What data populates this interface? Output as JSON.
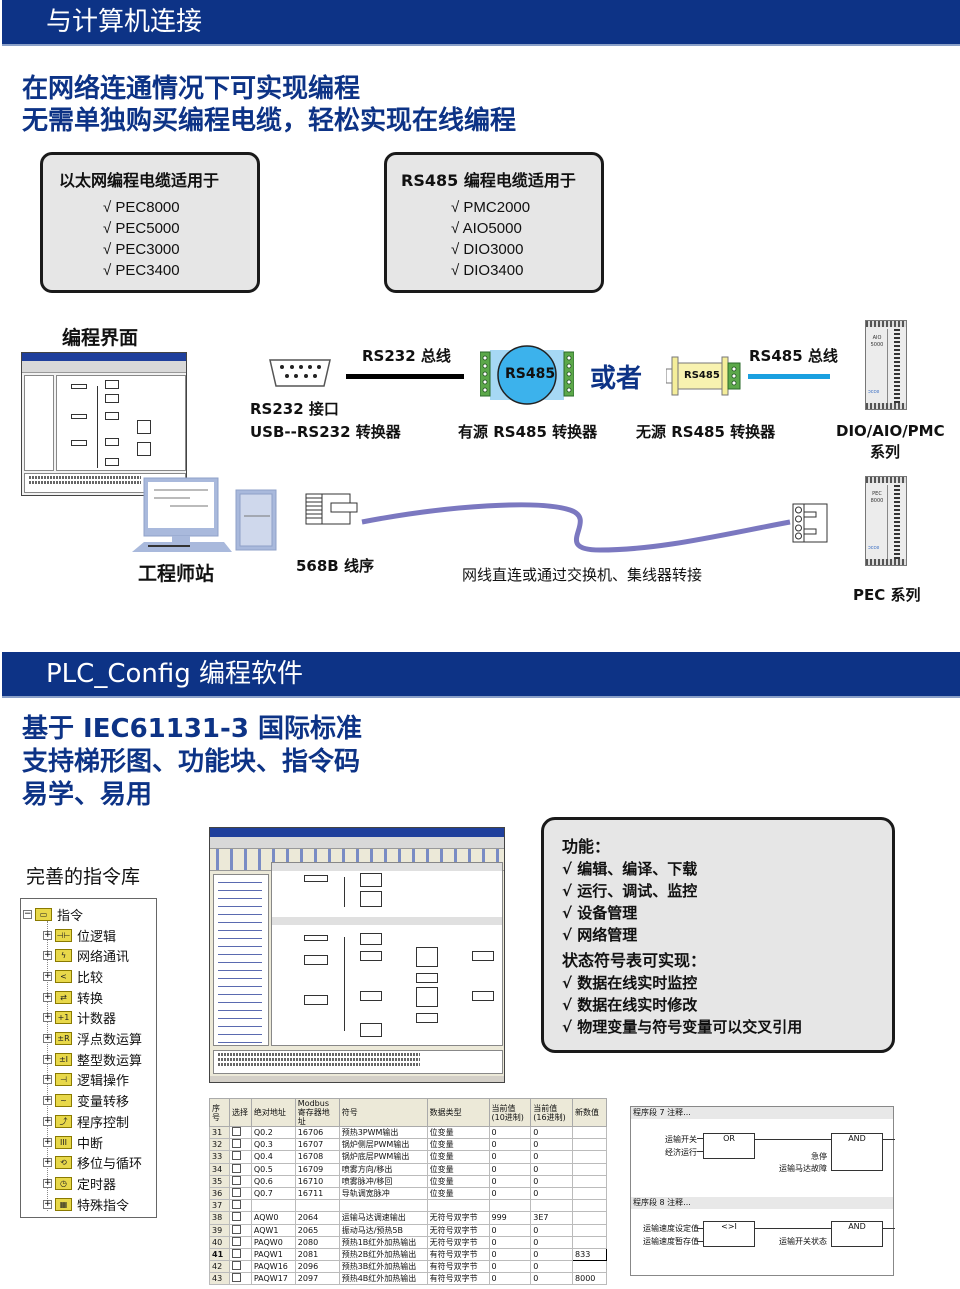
{
  "section1": {
    "banner": "与计算机连接",
    "headline": [
      "在网络连通情况下可实现编程",
      "无需单独购买编程电缆，轻松实现在线编程"
    ],
    "ethernet_card": {
      "title": "以太网编程电缆适用于",
      "items": [
        "√ PEC8000",
        "√ PEC5000",
        "√ PEC3000",
        "√ PEC3400"
      ]
    },
    "rs485_card": {
      "title": "RS485 编程电缆适用于",
      "items": [
        "√ PMC2000",
        "√ AIO5000",
        "√ DIO3000",
        "√ DIO3400"
      ]
    },
    "diagram": {
      "programming_ui_label": "编程界面",
      "engineer_station_label": "工程师站",
      "rs232_port_label": "RS232 接口",
      "usb_converter_label": "USB--RS232 转换器",
      "rs232_bus_label": "RS232 总线",
      "active_converter_badge": "RS485",
      "active_converter_label": "有源 RS485 转换器",
      "or_label": "或者",
      "passive_converter_badge": "RS485",
      "passive_converter_label": "无源 RS485 转换器",
      "rs485_bus_label": "RS485 总线",
      "dio_module_name": "AIO 5000",
      "dio_series_label": "DIO/AIO/PMC",
      "dio_series_label2": "系列",
      "rj45_label": "568B 线序",
      "cable_label": "网线直连或通过交换机、集线器转接",
      "pec_module_name": "PEC 8000",
      "pec_series_label": "PEC 系列",
      "module_logo": "ɔcce",
      "rs232_bus_color": "#000000",
      "rs485_bus_color": "#1aa0e0",
      "ethernet_cable_color": "#7b78c0"
    }
  },
  "section2": {
    "banner": "PLC_Config 编程软件",
    "headline": [
      "基于 IEC61131-3 国际标准",
      "支持梯形图、功能块、指令码",
      "易学、易用"
    ],
    "instruction_lib_title": "完善的指令库",
    "instruction_tree": {
      "root": "指令",
      "items": [
        {
          "label": "位逻辑",
          "glyph": "⊣⊢"
        },
        {
          "label": "网络通讯",
          "glyph": "ϟ"
        },
        {
          "label": "比较",
          "glyph": "<"
        },
        {
          "label": "转换",
          "glyph": "⇄"
        },
        {
          "label": "计数器",
          "glyph": "+1"
        },
        {
          "label": "浮点数运算",
          "glyph": "±R"
        },
        {
          "label": "整型数运算",
          "glyph": "±I"
        },
        {
          "label": "逻辑操作",
          "glyph": "⊣"
        },
        {
          "label": "变量转移",
          "glyph": "~"
        },
        {
          "label": "程序控制",
          "glyph": "⤴"
        },
        {
          "label": "中断",
          "glyph": "III"
        },
        {
          "label": "移位与循环",
          "glyph": "⟲"
        },
        {
          "label": "定时器",
          "glyph": "◷"
        },
        {
          "label": "特殊指令",
          "glyph": "▦"
        }
      ]
    },
    "functions_box": {
      "heading1": "功能：",
      "items1": [
        "√ 编辑、编译、下载",
        "√ 运行、调试、监控",
        "√ 设备管理",
        "√ 网络管理"
      ],
      "heading2": "状态符号表可实现：",
      "items2": [
        "√ 数据在线实时监控",
        "√ 数据在线实时修改",
        "√ 物理变量与符号变量可以交叉引用"
      ]
    },
    "symbol_table": {
      "headers": [
        "序号",
        "选择",
        "绝对地址",
        "Modbus寄存器地址",
        "符号",
        "数据类型",
        "当前值(10进制)",
        "当前值(16进制)",
        "新数值"
      ],
      "rows": [
        [
          "31",
          "",
          "Q0.2",
          "16706",
          "预热3PWM输出",
          "位变量",
          "0",
          "0",
          ""
        ],
        [
          "32",
          "",
          "Q0.3",
          "16707",
          "锅炉侧层PWM输出",
          "位变量",
          "0",
          "0",
          ""
        ],
        [
          "33",
          "",
          "Q0.4",
          "16708",
          "锅炉底层PWM输出",
          "位变量",
          "0",
          "0",
          ""
        ],
        [
          "34",
          "",
          "Q0.5",
          "16709",
          "喷雾方向/移出",
          "位变量",
          "0",
          "0",
          ""
        ],
        [
          "35",
          "",
          "Q0.6",
          "16710",
          "喷雾脉冲/移回",
          "位变量",
          "0",
          "0",
          ""
        ],
        [
          "36",
          "",
          "Q0.7",
          "16711",
          "导轨调宽脉冲",
          "位变量",
          "0",
          "0",
          ""
        ],
        [
          "37",
          "",
          "",
          "",
          "",
          "",
          "",
          "",
          ""
        ],
        [
          "38",
          "",
          "AQW0",
          "2064",
          "运输马达调速输出",
          "无符号双字节",
          "999",
          "3E7",
          ""
        ],
        [
          "39",
          "",
          "AQW1",
          "2065",
          "振动马达/预热5B",
          "无符号双字节",
          "0",
          "0",
          ""
        ],
        [
          "40",
          "",
          "PAQW0",
          "2080",
          "预热1B红外加热输出",
          "无符号双字节",
          "0",
          "0",
          ""
        ],
        [
          "41",
          "",
          "PAQW1",
          "2081",
          "预热2B红外加热输出",
          "有符号双字节",
          "0",
          "0",
          "833"
        ],
        [
          "42",
          "",
          "PAQW16",
          "2096",
          "预热3B红外加热输出",
          "有符号双字节",
          "0",
          "0",
          ""
        ],
        [
          "43",
          "",
          "PAQW17",
          "2097",
          "预热4B红外加热输出",
          "有符号双字节",
          "0",
          "0",
          "8000"
        ]
      ]
    },
    "ladder": {
      "seg7_header": "程序段 7  注释...",
      "seg7_or": "OR",
      "seg7_and": "AND",
      "seg7_in1": "运输开关",
      "seg7_in2": "经济运行",
      "seg7_in3": "急停",
      "seg7_in4": "运输马达故障",
      "seg8_header": "程序段 8  注释...",
      "seg8_cmp": "<>I",
      "seg8_and": "AND",
      "seg8_in1": "运输速度设定值",
      "seg8_in2": "运输速度暂存值",
      "seg8_in3": "运输开关状态"
    }
  },
  "colors": {
    "banner_bg": "#0d3386",
    "headline": "#0d3386",
    "card_bg": "#e6e6e6"
  }
}
